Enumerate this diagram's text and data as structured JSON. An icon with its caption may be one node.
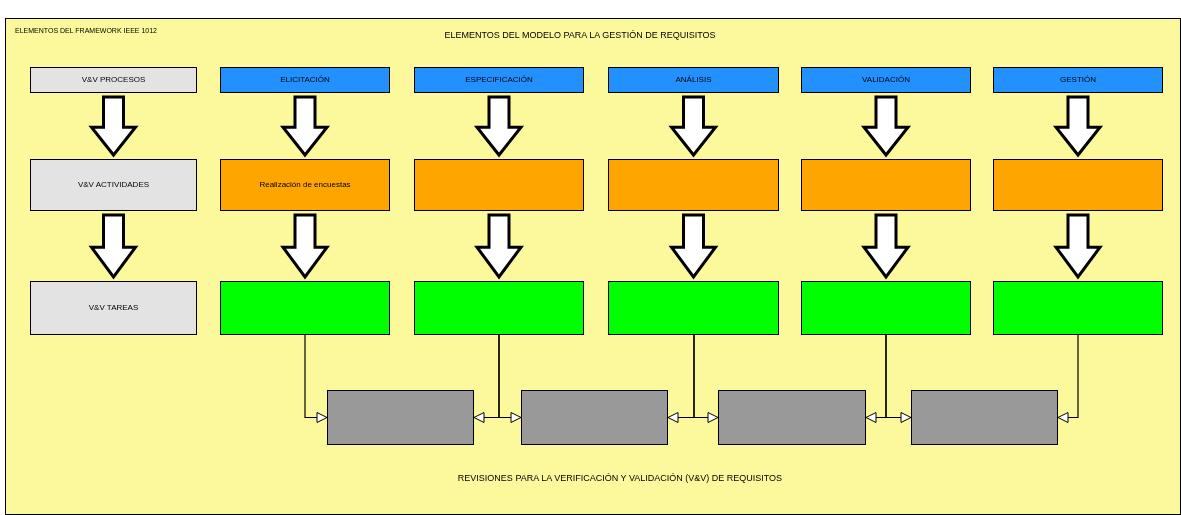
{
  "diagram": {
    "title": "ELEMENTOS DEL MODELO PARA LA GESTIÓN DE REQUISITOS",
    "nodes": [
      {
        "text": [
          "V&V PROCESOS"
        ]
      },
      {
        "text": [
          "ELICITACIÓN"
        ]
      },
      {
        "text": [
          "ESPECIFICACIÓN"
        ]
      },
      {
        "text": [
          "ANÁLISIS"
        ]
      },
      {
        "text": [
          "VALIDACIÓN"
        ]
      },
      {
        "text": [
          "GESTIÓN"
        ]
      },
      {
        "text": [
          "V&V ACTIVIDADES"
        ]
      },
      {
        "text": [
          "Realización de encuestas"
        ]
      },
      {
        "text": [],
        "shape": "box"
      },
      {
        "text": [],
        "shape": "box"
      },
      {
        "text": [],
        "shape": "box"
      },
      {
        "text": [],
        "shape": "box"
      },
      {
        "text": [
          "V&V TAREAS"
        ]
      },
      {
        "text": [],
        "shape": "box"
      },
      {
        "text": [],
        "shape": "box"
      },
      {
        "text": [],
        "shape": "box"
      },
      {
        "text": [],
        "shape": "box"
      },
      {
        "text": [],
        "shape": "box"
      },
      {
        "text": [],
        "shape": "box"
      },
      {
        "text": [],
        "shape": "box"
      },
      {
        "text": [],
        "shape": "box"
      },
      {
        "text": [],
        "shape": "box"
      }
    ],
    "edges": [
      {
        "from": 0,
        "to": 6,
        "arrow": "to",
        "style": "thick"
      },
      {
        "from": 1,
        "to": 7,
        "arrow": "to",
        "style": "thick"
      },
      {
        "from": 2,
        "to": 8,
        "arrow": "to",
        "style": "thick"
      },
      {
        "from": 3,
        "to": 9,
        "arrow": "to",
        "style": "thick"
      },
      {
        "from": 4,
        "to": 10,
        "arrow": "to",
        "style": "thick"
      },
      {
        "from": 5,
        "to": 11,
        "arrow": "to",
        "style": "thick"
      },
      {
        "from": 6,
        "to": 12,
        "arrow": "to",
        "style": "thick"
      },
      {
        "from": 7,
        "to": 13,
        "arrow": "to",
        "style": "thick"
      },
      {
        "from": 8,
        "to": 14,
        "arrow": "to",
        "style": "thick"
      },
      {
        "from": 9,
        "to": 15,
        "arrow": "to",
        "style": "thick"
      },
      {
        "from": 10,
        "to": 16,
        "arrow": "to",
        "style": "thick"
      },
      {
        "from": 11,
        "to": 17,
        "arrow": "to",
        "style": "thick"
      },
      {
        "from": 13,
        "to": 18,
        "arrow": "to"
      },
      {
        "from": 14,
        "to": 18,
        "arrow": "to"
      },
      {
        "from": 14,
        "to": 19,
        "arrow": "to"
      },
      {
        "from": 15,
        "to": 19,
        "arrow": "to"
      },
      {
        "from": 15,
        "to": 20,
        "arrow": "to"
      },
      {
        "from": 16,
        "to": 20,
        "arrow": "to"
      },
      {
        "from": 16,
        "to": 21,
        "arrow": "to"
      },
      {
        "from": 17,
        "to": 21,
        "arrow": "to"
      }
    ],
    "labels": [
      "ELEMENTOS DEL FRAMEWORK IEEE 1012",
      "REVISIONES PARA LA VERIFICACIÓN Y VALIDACIÓN (V&V) DE REQUISITOS"
    ]
  }
}
